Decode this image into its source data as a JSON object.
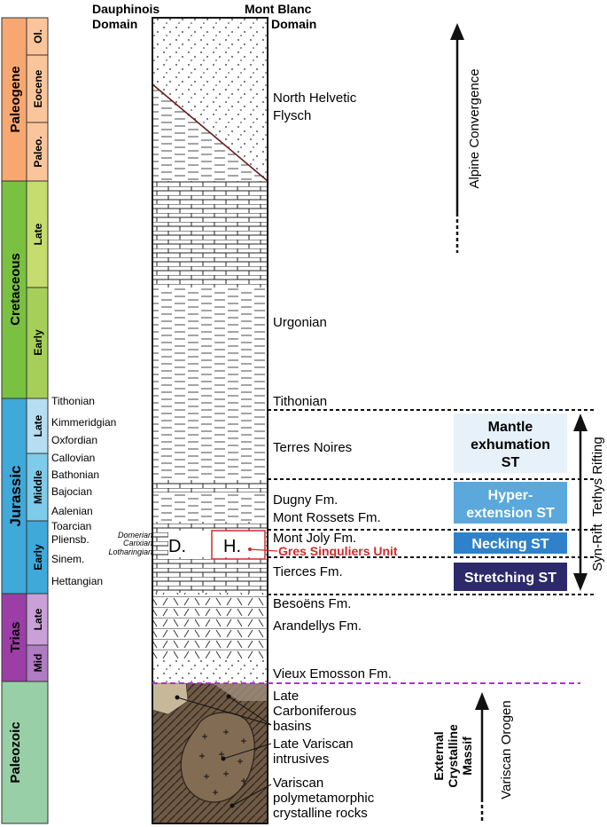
{
  "header": {
    "dauphinois": [
      "Dauphinois",
      "Domain"
    ],
    "mont_blanc": [
      "Mont Blanc",
      "Domain"
    ]
  },
  "periods": {
    "paleogene": "Paleogene",
    "cretaceous": "Cretaceous",
    "jurassic": "Jurassic",
    "trias": "Trias",
    "paleozoic": "Paleozoic"
  },
  "epochs": {
    "oligocene": "Ol.",
    "eocene": "Eocene",
    "paleocene": "Paleo.",
    "cret_late": "Late",
    "cret_early": "Early",
    "jur_late": "Late",
    "jur_middle": "Middle",
    "jur_early": "Early",
    "trias_late": "Late",
    "trias_mid": "Mid"
  },
  "stages": {
    "tithonian": "Tithonian",
    "kimmeridgian": "Kimmeridgian",
    "oxfordian": "Oxfordian",
    "callovian": "Callovian",
    "bathonian": "Bathonian",
    "bajocian": "Bajocian",
    "aalenian": "Aalenian",
    "toarcian": "Toarcian",
    "pliensb": "Pliensb.",
    "sinem": "Sinem.",
    "hettangian": "Hettangian",
    "domerian": "Domerian",
    "carixian": "Carixian",
    "lotharingian": "Lotharingian"
  },
  "column_labels": {
    "d": "D.",
    "h": "H."
  },
  "formations": {
    "north_helvetic": [
      "North Helvetic",
      "Flysch"
    ],
    "urgonian": "Urgonian",
    "tithonian": "Tithonian",
    "terres_noires": "Terres Noires",
    "dugny": "Dugny Fm.",
    "mont_rossets": "Mont Rossets Fm.",
    "mont_joly": "Mont Joly Fm.",
    "gres_singuliers": "Gres Singuliers Unit",
    "tierces": "Tierces Fm.",
    "besoens": "Besoëns Fm.",
    "arandellys": "Arandellys Fm.",
    "vieux_emosson": "Vieux Emosson Fm.",
    "late_carboniferous": [
      "Late",
      "Carboniferous",
      "basins"
    ],
    "late_variscan": [
      "Late Variscan",
      "intrusives"
    ],
    "variscan_poly": [
      "Variscan",
      "polymetamorphic",
      "crystalline rocks"
    ]
  },
  "stages_rift": {
    "mantle": [
      "Mantle",
      "exhumation",
      "ST"
    ],
    "hyper": [
      "Hyper-",
      "extension ST"
    ],
    "necking": "Necking ST",
    "stretching": "Stretching ST"
  },
  "arrows": {
    "alpine": "Alpine Convergence",
    "tethys": "Syn-Rift  Tethys Rifting",
    "variscan": "Variscan Orogen",
    "ecm": [
      "External",
      "Crystalline",
      "Massif"
    ]
  },
  "colors": {
    "paleogene": "#f7a872",
    "paleogene_light": "#fbc59c",
    "cretaceous": "#7ac142",
    "cret_late": "#c6dc6e",
    "cret_early": "#a6cf5a",
    "jurassic": "#3fa9d9",
    "jur_late": "#b6ddf1",
    "jur_middle": "#7ecbea",
    "jur_early": "#3fa9d9",
    "trias": "#9b3fa6",
    "trias_late": "#c9a0d8",
    "trias_mid": "#b07cc3",
    "paleozoic": "#98cfa6",
    "mantle_box": "#e6f1fa",
    "hyper_box": "#5aa8dc",
    "necking_box": "#2f82c9",
    "stretching_box": "#2c2a6a",
    "red": "#d12b2b",
    "purple_line": "#a637c2",
    "basement": "#6e5a45"
  }
}
